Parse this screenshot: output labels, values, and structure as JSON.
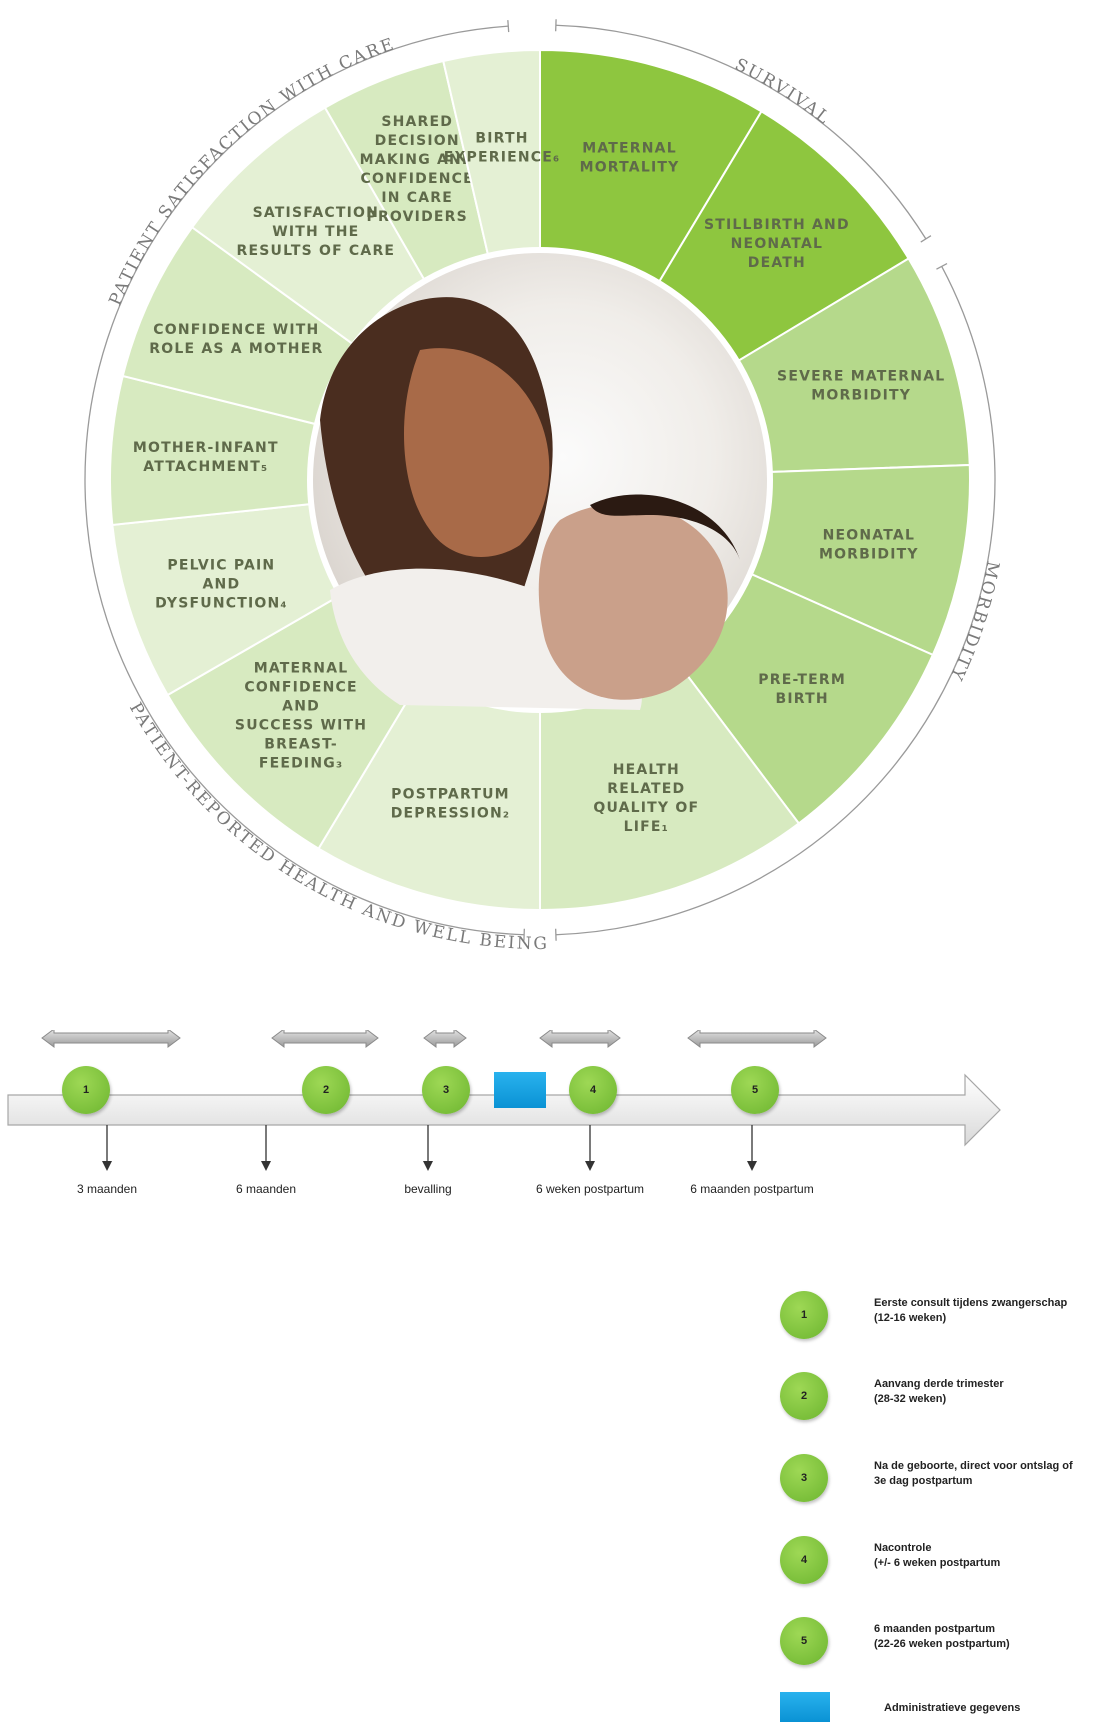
{
  "wheel": {
    "ring_labels": {
      "survival": "SURVIVAL",
      "morbidity": "MORBIDITY",
      "satisfaction": "PATIENT SATISFACTION WITH CARE",
      "reported": "PATIENT-REPORTED HEALTH AND WELL BEING"
    },
    "segments": [
      {
        "lines": [
          "MATERNAL",
          "MORTALITY"
        ],
        "color": "#8ec63f"
      },
      {
        "lines": [
          "STILLBIRTH AND",
          "NEONATAL",
          "DEATH"
        ],
        "color": "#8ec63f"
      },
      {
        "lines": [
          "SEVERE MATERNAL",
          "MORBIDITY"
        ],
        "color": "#b5d98b"
      },
      {
        "lines": [
          "NEONATAL",
          "MORBIDITY"
        ],
        "color": "#b5d98b"
      },
      {
        "lines": [
          "PRE-TERM",
          "BIRTH"
        ],
        "color": "#b5d98b"
      },
      {
        "lines": [
          "HEALTH",
          "RELATED",
          "QUALITY OF",
          "LIFE₁"
        ],
        "color": "#d7eac0"
      },
      {
        "lines": [
          "POSTPARTUM",
          "DEPRESSION₂"
        ],
        "color": "#e4f0d4"
      },
      {
        "lines": [
          "MATERNAL",
          "CONFIDENCE",
          "AND",
          "SUCCESS WITH",
          "BREAST-",
          "FEEDING₃"
        ],
        "color": "#d7eac0"
      },
      {
        "lines": [
          "PELVIC PAIN",
          "AND",
          "DYSFUNCTION₄"
        ],
        "color": "#e4f0d4"
      },
      {
        "lines": [
          "MOTHER-INFANT",
          "ATTACHMENT₅"
        ],
        "color": "#d7eac0"
      },
      {
        "lines": [
          "CONFIDENCE WITH",
          "ROLE AS A MOTHER"
        ],
        "color": "#d7eac0"
      },
      {
        "lines": [
          "SATISFACTION",
          "WITH THE",
          "RESULTS OF CARE"
        ],
        "color": "#e4f0d4"
      },
      {
        "lines": [
          "SHARED",
          "DECISION",
          "MAKING AND",
          "CONFIDENCE",
          "IN CARE",
          "PROVIDERS"
        ],
        "color": "#d7eac0"
      },
      {
        "lines": [
          "BIRTH",
          "EXPERIENCE₆"
        ],
        "color": "#e4f0d4"
      }
    ]
  },
  "timeline": {
    "ticks": [
      "3 maanden",
      "6 maanden",
      "bevalling",
      "6 weken postpartum",
      "6 maanden postpartum"
    ],
    "steps": [
      "1",
      "2",
      "3",
      "4",
      "5"
    ]
  },
  "legend": [
    {
      "num": "1",
      "text_lines": [
        "Eerste consult tijdens zwangerschap",
        "(12-16 weken)"
      ]
    },
    {
      "num": "2",
      "text_lines": [
        "Aanvang derde trimester",
        "(28-32 weken)"
      ]
    },
    {
      "num": "3",
      "text_lines": [
        "Na de geboorte, direct voor ontslag of",
        "3e dag postpartum"
      ]
    },
    {
      "num": "4",
      "text_lines": [
        "Nacontrole",
        "(+/- 6 weken postpartum"
      ]
    },
    {
      "num": "5",
      "text_lines": [
        "6 maanden postpartum",
        "(22-26 weken postpartum)"
      ]
    },
    {
      "num": "",
      "text_lines": [
        "Administratieve gegevens"
      ]
    }
  ],
  "colors": {
    "step_green": "#7cc043",
    "admin_blue": "#1aa3e2"
  }
}
